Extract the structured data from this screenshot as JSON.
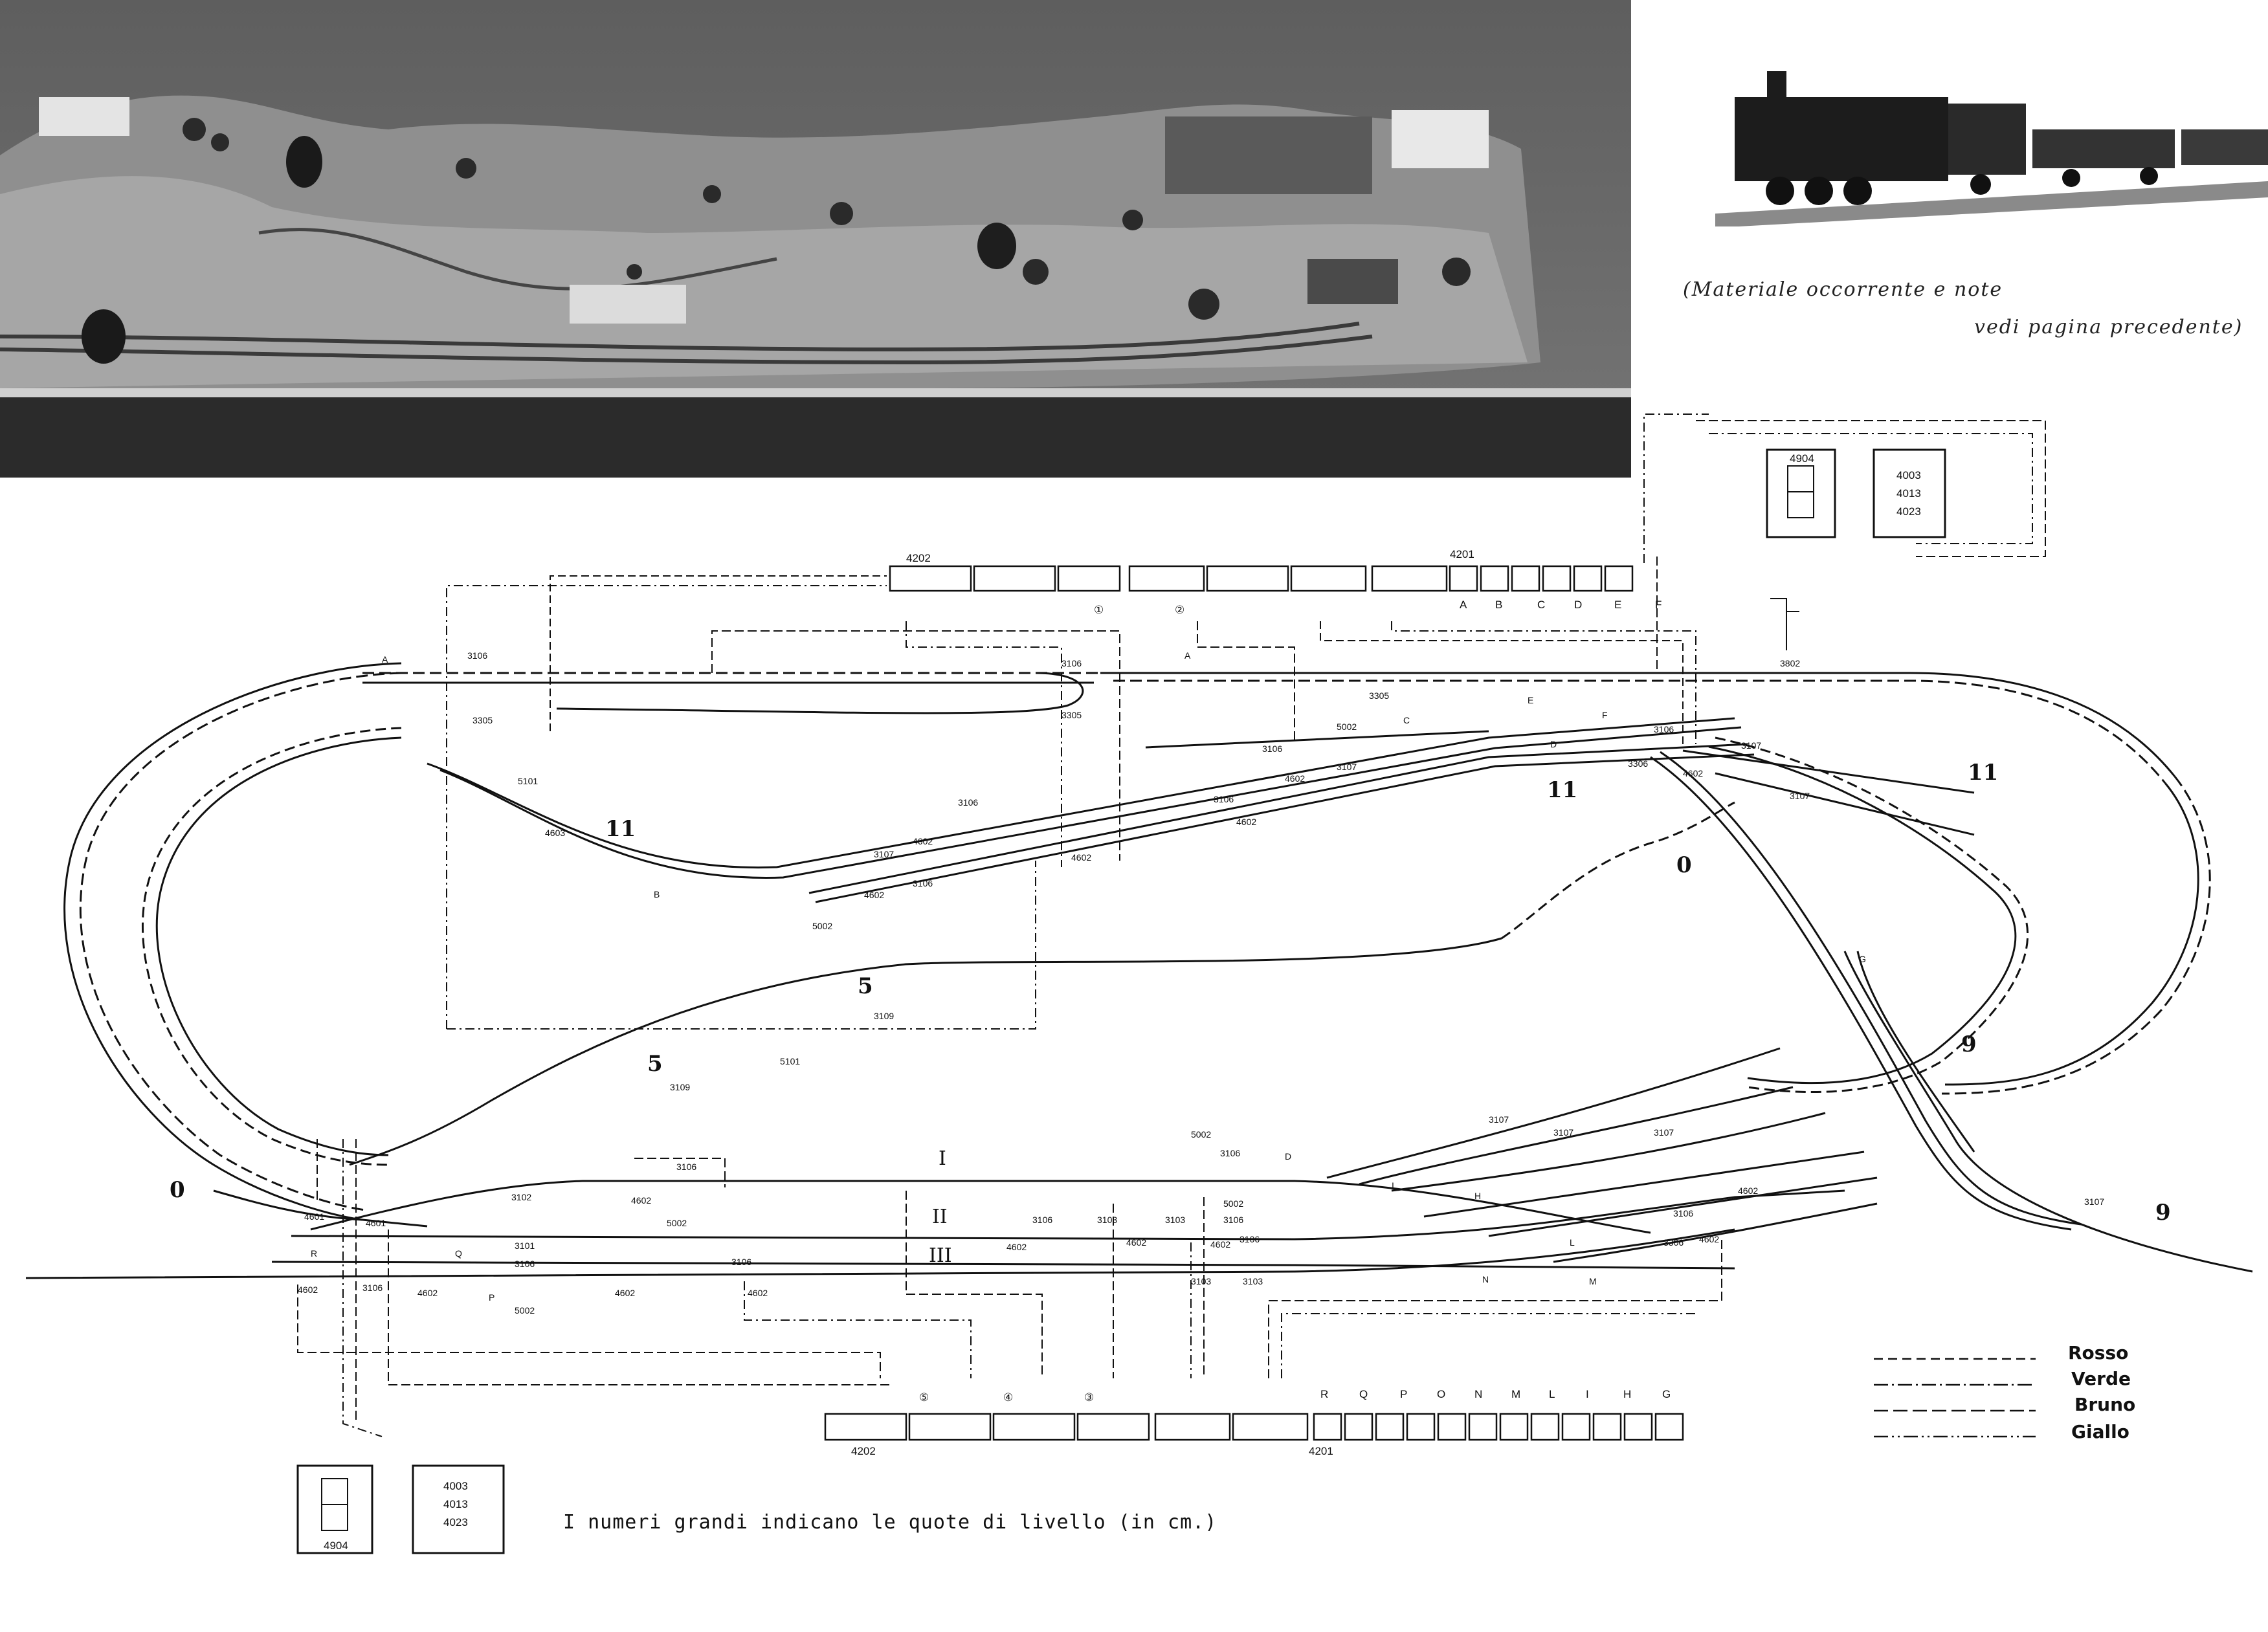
{
  "caption": {
    "line1": "(Materiale occorrente e note",
    "line2": "vedi pagina precedente)"
  },
  "note": "I numeri grandi indicano le quote di livello (in cm.)",
  "legend": [
    "Rosso",
    "Verde",
    "Bruno",
    "Giallo"
  ],
  "panels": {
    "top_left_code": "4202",
    "top_right_code": "4201",
    "top_letters": [
      "A",
      "B",
      "C",
      "D",
      "E",
      "F"
    ],
    "bottom_left_code": "4202",
    "bottom_right_code": "4201",
    "bottom_letters": [
      "R",
      "Q",
      "P",
      "O",
      "N",
      "M",
      "L",
      "I",
      "H",
      "G"
    ],
    "top_circles": [
      "①",
      "②"
    ],
    "bottom_circles": [
      "⑤",
      "④",
      "③"
    ]
  },
  "boxes": {
    "transformer": "4904",
    "controller_lines": [
      "4003",
      "4013",
      "4023"
    ]
  },
  "levels": {
    "l11a": "11",
    "l11b": "11",
    "l11c": "11",
    "l0a": "0",
    "l0b": "0",
    "l5a": "5",
    "l5b": "5",
    "l9a": "9",
    "l9b": "9"
  },
  "roman": [
    "I",
    "II",
    "III"
  ],
  "part_labels": {
    "p3106a": "3106",
    "p3305a": "3305",
    "p3106b": "3106",
    "p3305b": "3305",
    "p3305c": "3305",
    "p3106c": "3106",
    "p3107a": "3107",
    "p3306a": "3306",
    "p4602a": "4602",
    "p3107b": "3107",
    "p5002a": "5002",
    "p3106d": "3106",
    "p4602b": "4602",
    "p3107c": "3107",
    "p3106e": "3106",
    "p4602c": "4602",
    "p5101a": "5101",
    "p4603": "4603",
    "p3106f": "3106",
    "p4602d": "4602",
    "p3107d": "3107",
    "p4602e": "4602",
    "p3106g": "3106",
    "p4602f": "4602",
    "p5002b": "5002",
    "p3109a": "3109",
    "p3109b": "3109",
    "p5101b": "5101",
    "p3802": "3802",
    "p3107e": "3107",
    "p3107f": "3107",
    "p3107g": "3107",
    "p5002c": "5002",
    "p3106h": "3106",
    "p3106i": "3106",
    "p4602g": "4602",
    "p5002d": "5002",
    "p4601a": "4601",
    "p4601b": "4601",
    "p3102": "3102",
    "p3101": "3101",
    "p3106j": "3106",
    "p3106k": "3106",
    "p3103a": "3103",
    "p4602h": "4602",
    "p3103b": "3103",
    "p4602i": "4602",
    "p5002e": "5002",
    "p3106l": "3106",
    "p4602j": "4602",
    "p3106m": "3106",
    "p4602k": "4602",
    "p4602l": "4602",
    "p3106n": "3106",
    "p4602m": "4602",
    "p5002f": "5002",
    "p4602n": "4602",
    "p3106o": "3106",
    "p3103c": "3103",
    "p3103d": "3103",
    "p3106p": "3106",
    "p3306b": "3306",
    "p4602o": "4602",
    "p4602p": "4602",
    "p3107h": "3107"
  },
  "signal_letters": [
    "A",
    "A",
    "B",
    "C",
    "D",
    "E",
    "F",
    "G",
    "D",
    "H",
    "I",
    "L",
    "M",
    "N",
    "P",
    "Q",
    "R"
  ]
}
